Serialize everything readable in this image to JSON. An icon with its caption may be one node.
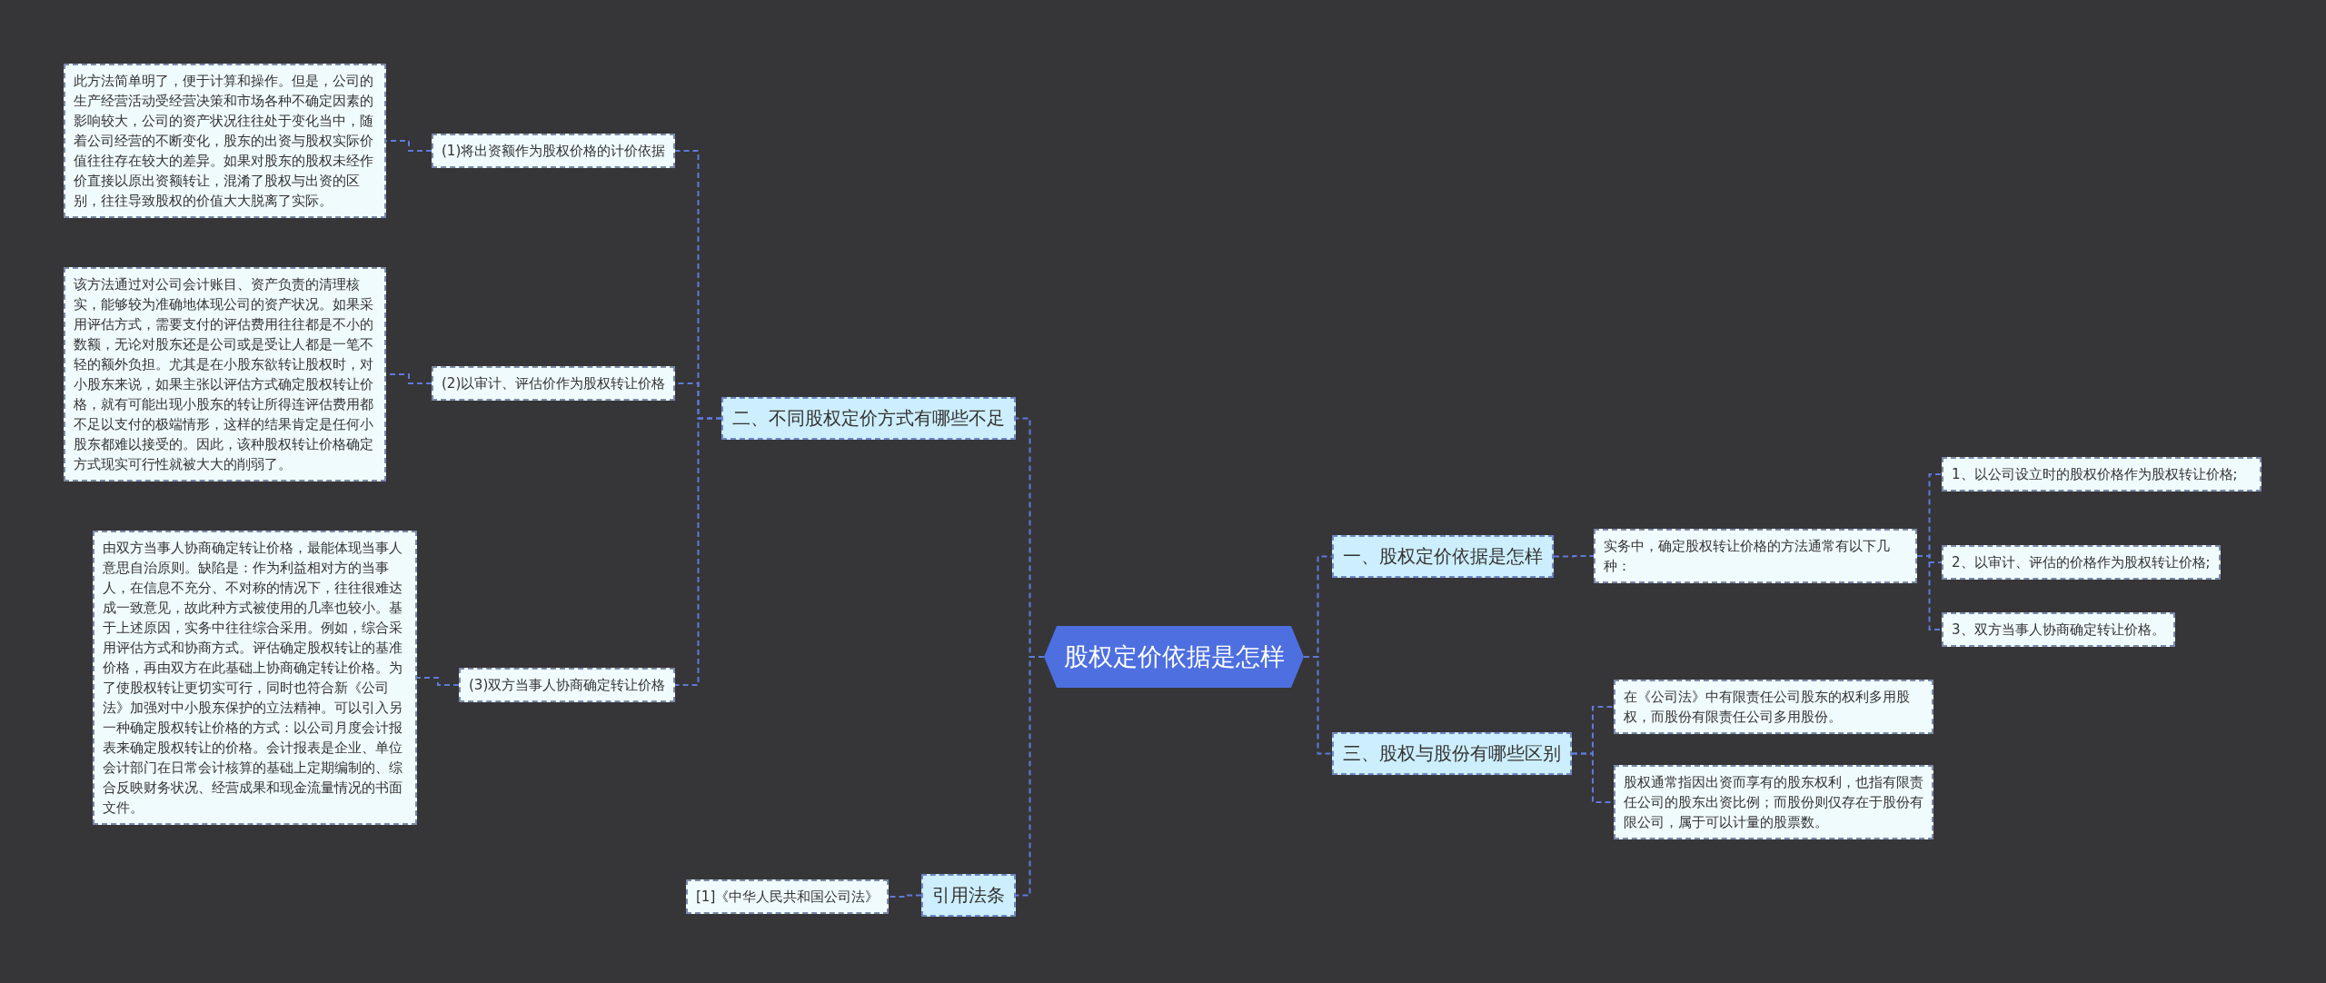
{
  "diagram": {
    "nodes": [
      {
        "text": [
          "股权定价依据是怎样"
        ]
      },
      {
        "text": [
          "一、股权定价依据是怎样"
        ]
      },
      {
        "text": [
          "实务中，确定股权转让价格的方法通常有以下几种："
        ]
      },
      {
        "text": [
          "1、以公司设立时的股权价格作为股权转让价格;"
        ]
      },
      {
        "text": [
          "2、以审计、评估的价格作为股权转让价格;"
        ]
      },
      {
        "text": [
          "3、双方当事人协商确定转让价格。"
        ]
      },
      {
        "text": [
          "三、股权与股份有哪些区别"
        ]
      },
      {
        "text": [
          "在《公司法》中有限责任公司股东的权利多用股权，而股份有限责任公司多用股份。"
        ]
      },
      {
        "text": [
          "股权通常指因出资而享有的股东权利，也指有限责任公司的股东出资比例；而股份则仅存在于股份有限公司，属于可以计量的股票数。"
        ]
      },
      {
        "text": [
          "二、不同股权定价方式有哪些不足"
        ]
      },
      {
        "text": [
          "(1)将出资额作为股权价格的计价依据"
        ]
      },
      {
        "text": [
          "此方法简单明了，便于计算和操作。但是，公司的生产经营活动受经营决策和市场各种不确定因素的影响较大，公司的资产状况往往处于变化当中，随着公司经营的不断变化，股东的出资与股权实际价值往往存在较大的差异。如果对股东的股权未经作价直接以原出资额转让，混淆了股权与出资的区别，往往导致股权的价值大大脱离了实际。"
        ]
      },
      {
        "text": [
          "(2)以审计、评估价作为股权转让价格"
        ]
      },
      {
        "text": [
          "该方法通过对公司会计账目、资产负责的清理核实，能够较为准确地体现公司的资产状况。如果采用评估方式，需要支付的评估费用往往都是不小的数额，无论对股东还是公司或是受让人都是一笔不轻的额外负担。尤其是在小股东欲转让股权时，对小股东来说，如果主张以评估方式确定股权转让价格，就有可能出现小股东的转让所得连评估费用都不足以支付的极端情形，这样的结果肯定是任何小股东都难以接受的。因此，该种股权转让价格确定方式现实可行性就被大大的削弱了。"
        ]
      },
      {
        "text": [
          "(3)双方当事人协商确定转让价格"
        ]
      },
      {
        "text": [
          "由双方当事人协商确定转让价格，最能体现当事人意思自治原则。缺陷是：作为利益相对方的当事人，在信息不充分、不对称的情况下，往往很难达成一致意见，故此种方式被使用的几率也较小。基于上述原因，实务中往往综合采用。例如，综合采用评估方式和协商方式。评估确定股权转让的基准价格，再由双方在此基础上协商确定转让价格。为了使股权转让更切实可行，同时也符合新《公司法》加强对中小股东保护的立法精神。可以引入另一种确定股权转让价格的方式：以公司月度会计报表来确定股权转让的价格。会计报表是企业、单位会计部门在日常会计核算的基础上定期编制的、综合反映财务状况、经营成果和现金流量情况的书面文件。"
        ]
      },
      {
        "text": [
          "引用法条"
        ]
      },
      {
        "text": [
          "[1]《中华人民共和国公司法》"
        ]
      }
    ],
    "edges": [
      {
        "from": 0,
        "to": 1,
        "arrow": "none"
      },
      {
        "from": 0,
        "to": 6,
        "arrow": "none"
      },
      {
        "from": 0,
        "to": 9,
        "arrow": "none"
      },
      {
        "from": 0,
        "to": 16,
        "arrow": "none"
      },
      {
        "from": 1,
        "to": 2,
        "arrow": "none"
      },
      {
        "from": 2,
        "to": 3,
        "arrow": "none"
      },
      {
        "from": 2,
        "to": 4,
        "arrow": "none"
      },
      {
        "from": 2,
        "to": 5,
        "arrow": "none"
      },
      {
        "from": 6,
        "to": 7,
        "arrow": "none"
      },
      {
        "from": 6,
        "to": 8,
        "arrow": "none"
      },
      {
        "from": 9,
        "to": 10,
        "arrow": "none"
      },
      {
        "from": 9,
        "to": 12,
        "arrow": "none"
      },
      {
        "from": 9,
        "to": 14,
        "arrow": "none"
      },
      {
        "from": 10,
        "to": 11,
        "arrow": "none"
      },
      {
        "from": 12,
        "to": 13,
        "arrow": "none"
      },
      {
        "from": 14,
        "to": 15,
        "arrow": "none"
      },
      {
        "from": 16,
        "to": 17,
        "arrow": "none"
      }
    ]
  }
}
